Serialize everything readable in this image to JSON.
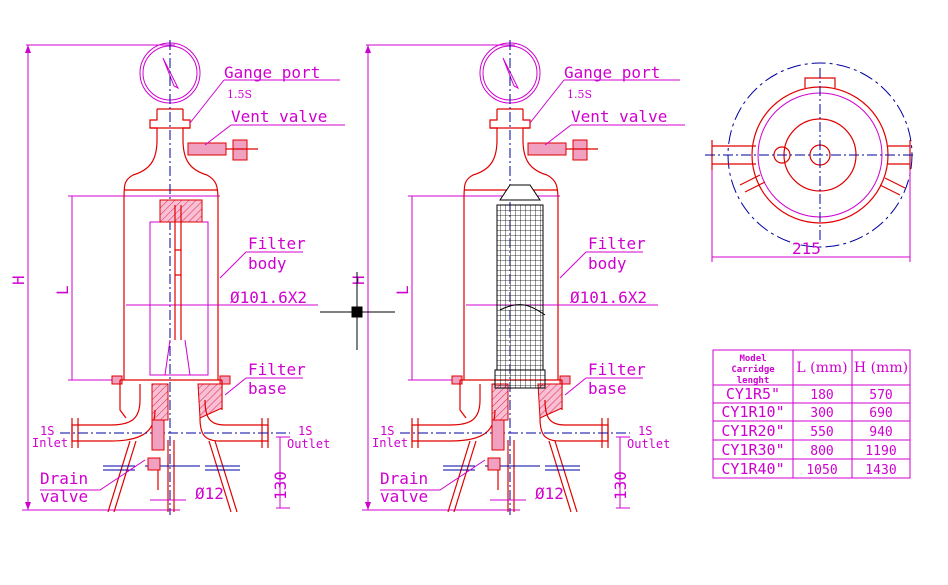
{
  "labels": {
    "gauge_port": "Gange port",
    "gauge_size": "1.5S",
    "vent_valve": "Vent valve",
    "filter_body_1": "Filter",
    "filter_body_2": "body",
    "diameter": "Ø101.6X2",
    "filter_base_1": "Filter",
    "filter_base_2": "base",
    "inlet_size": "1S",
    "inlet": "Inlet",
    "outlet_size": "1S",
    "outlet": "Outlet",
    "drain_1": "Drain",
    "drain_2": "valve",
    "drain_diameter": "Ø12",
    "height_130": "130",
    "dim_H": "H",
    "dim_L": "L",
    "top_width": "215"
  },
  "colors": {
    "dimension": "#d000d0",
    "outline": "#e00000",
    "centerline": "#0000a0"
  },
  "table": {
    "header": {
      "model_1": "Model",
      "model_2": "Carridge",
      "model_3": "lenght",
      "L": "L (mm)",
      "H": "H (mm)"
    },
    "rows": [
      {
        "model": "CY1R5\"",
        "L": "180",
        "H": "570"
      },
      {
        "model": "CY1R10\"",
        "L": "300",
        "H": "690"
      },
      {
        "model": "CY1R20\"",
        "L": "550",
        "H": "940"
      },
      {
        "model": "CY1R30\"",
        "L": "800",
        "H": "1190"
      },
      {
        "model": "CY1R40\"",
        "L": "1050",
        "H": "1430"
      }
    ]
  }
}
